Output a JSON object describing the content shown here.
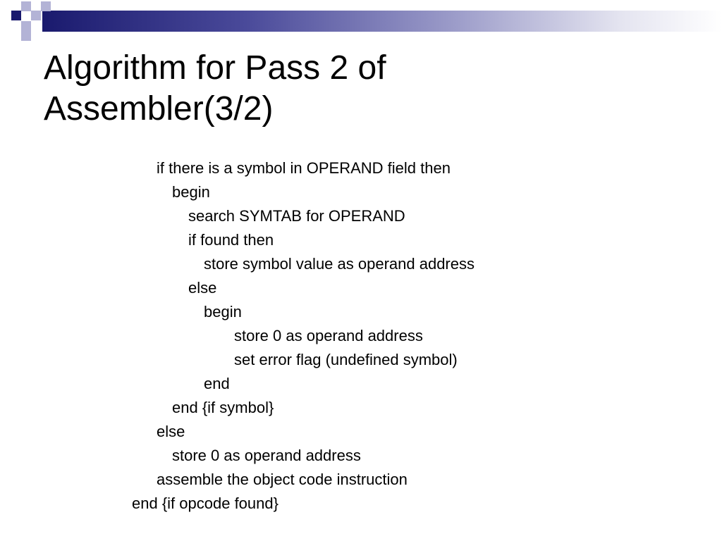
{
  "slide": {
    "title_line1": "Algorithm for Pass 2 of",
    "title_line2": "Assembler(3/2)",
    "lines": [
      "if there is a symbol in OPERAND field then",
      "begin",
      "search SYMTAB for OPERAND",
      "if found then",
      "store symbol value as operand address",
      "else",
      "begin",
      "store 0 as operand address",
      "set error flag (undefined symbol)",
      "end",
      "end {if symbol}",
      "else",
      "store 0 as operand address",
      "assemble the object code instruction",
      "end {if opcode found}"
    ]
  },
  "colors": {
    "accent_dark": "#1a1a6e",
    "accent_light": "#b3b3d6"
  }
}
